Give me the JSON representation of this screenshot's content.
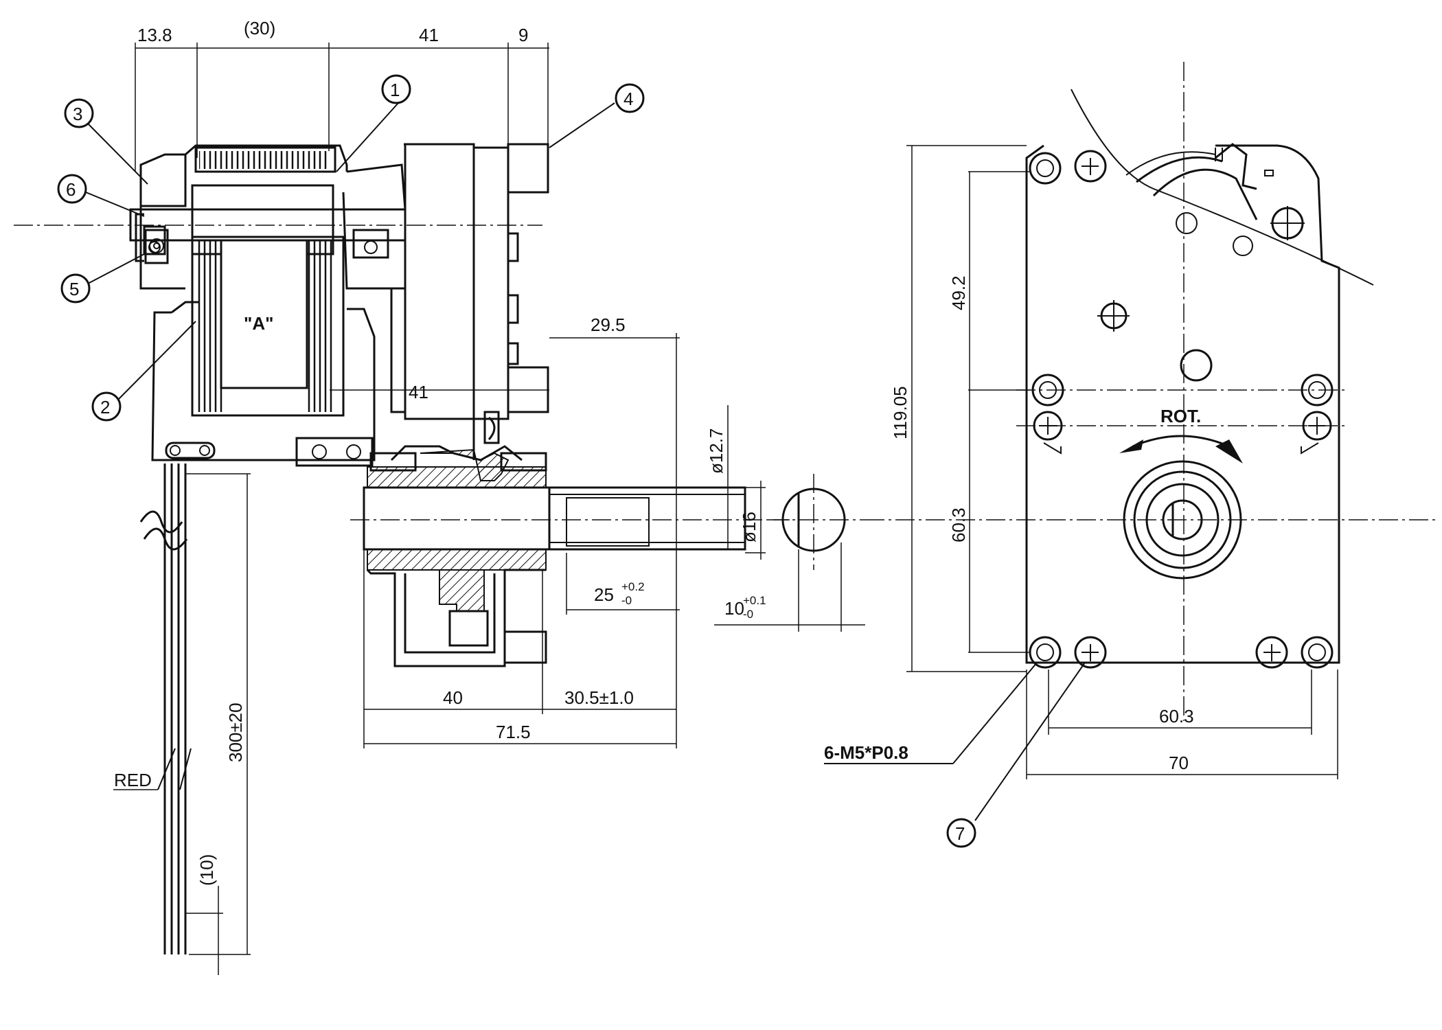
{
  "drawing": {
    "dimensions": {
      "top_13_8": "13.8",
      "top_30": "(30)",
      "top_41": "41",
      "top_9": "9",
      "mid_41": "41",
      "shaft_29_5": "29.5",
      "dia_12_7": "ø12.7",
      "dia_16": "ø16",
      "len_25": "25",
      "tol_25_plus": "+0.2",
      "tol_25_minus": "-0",
      "flat_10": "10",
      "tol_10_plus": "+0.1",
      "tol_10_minus": "-0",
      "bottom_40": "40",
      "bottom_30_5": "30.5±1.0",
      "bottom_71_5": "71.5",
      "lead_300": "300±20",
      "lead_10": "(10)",
      "right_119_05": "119.05",
      "right_49_2": "49.2",
      "right_60_3_v": "60.3",
      "right_60_3_h": "60.3",
      "right_70": "70"
    },
    "labels": {
      "coil": "\"A\"",
      "wire": "RED",
      "rotation": "ROT.",
      "thread": "6-M5*P0.8"
    },
    "callouts": [
      "1",
      "2",
      "3",
      "4",
      "5",
      "6",
      "7"
    ]
  }
}
